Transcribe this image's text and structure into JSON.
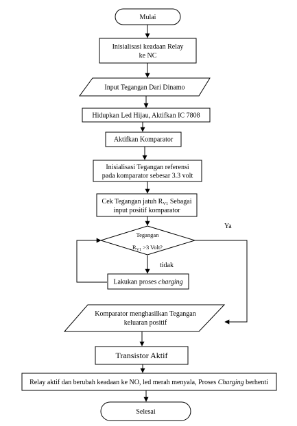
{
  "diagram": {
    "start": "Mulai",
    "step1": [
      "Inisialisasi keadaan Relay",
      "ke NC"
    ],
    "input": "Input Tegangan Dari Dinamo",
    "step2": "Hidupkan Led Hijau, Aktifkan IC 7808",
    "step3": "Aktifkan Komparator",
    "step4": [
      "Inisialisasi Tegangan referensi",
      "pada komparator sebesar 3.3 volt"
    ],
    "step5": {
      "line1_before": "Cek Tegangan jatuh R",
      "line1_sub": "V1",
      "line1_after": " Sebagai",
      "line2": "input positif komparator"
    },
    "decision": {
      "line1": "Tegangan",
      "line2_before": "R",
      "line2_sub": "V1",
      "line2_after": " >3 Volt?"
    },
    "yes_label": "Ya",
    "no_label": "tidak",
    "loop_step": {
      "before": "Lakukan proses ",
      "italic": "charging"
    },
    "output": [
      "Komparator menghasilkan Tegangan",
      "keluaran positif"
    ],
    "transistor": "Transistor Aktif",
    "final_step": {
      "before": "Relay aktif dan berubah keadaan ke NO, led merah menyala, Proses ",
      "italic": "Charging",
      "after": " berhenti"
    },
    "end": "Selesai"
  }
}
